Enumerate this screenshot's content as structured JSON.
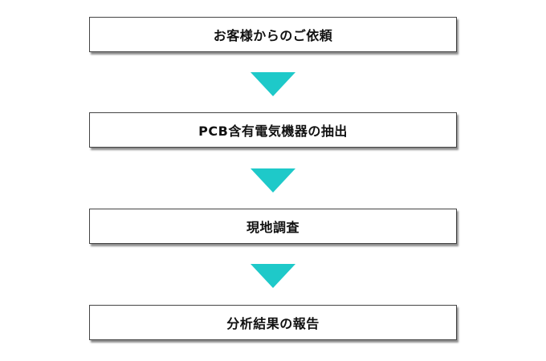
{
  "flow": {
    "steps": [
      {
        "label": "お客様からのご依頼"
      },
      {
        "label": "PCB含有電気機器の抽出"
      },
      {
        "label": "現地調査"
      },
      {
        "label": "分析結果の報告"
      }
    ],
    "arrow_color": "#1ec9c9",
    "box_border_color": "#444444"
  }
}
